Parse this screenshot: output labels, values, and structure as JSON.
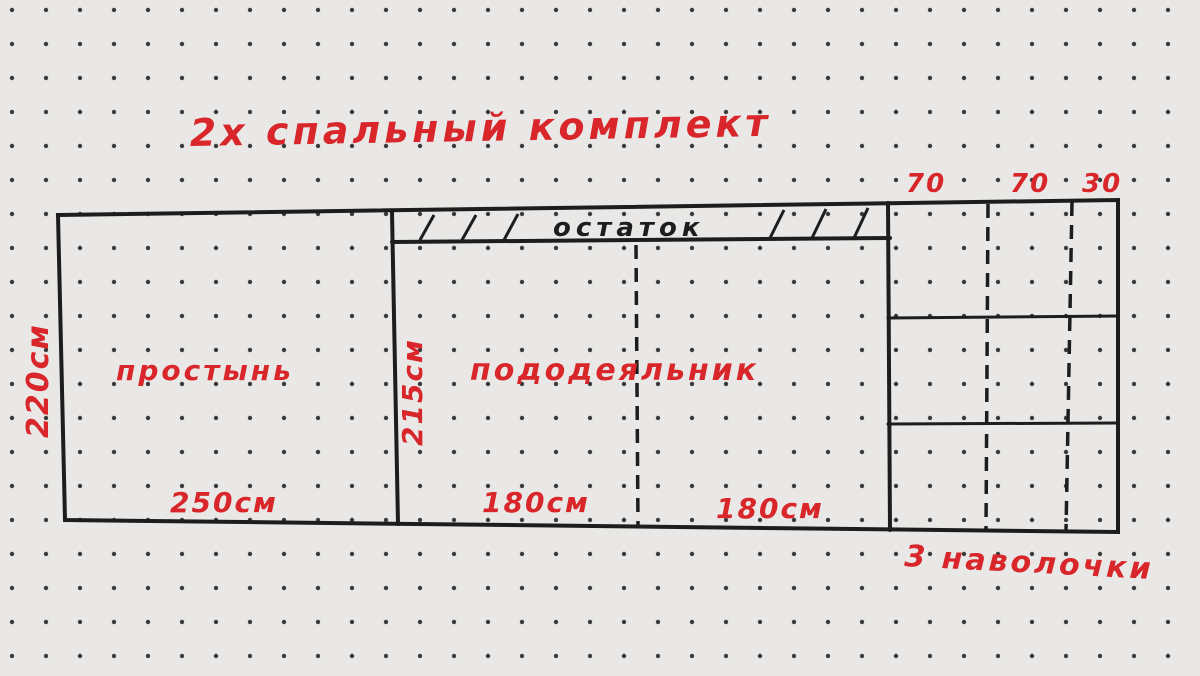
{
  "title": "2x спальный комплект",
  "labels": {
    "sheet": "простынь",
    "duvet_cover": "пододеяльник",
    "leftover": "остаток",
    "pillowcases": "3 наволочки"
  },
  "dimensions": {
    "height_total": "220см",
    "height_duvet": "215см",
    "width_sheet": "250см",
    "width_duvet_1": "180см",
    "width_duvet_2": "180см",
    "pillow_width_1": "70",
    "pillow_width_2": "70",
    "pillow_width_3": "30"
  },
  "colors": {
    "ink": "#1d1d1d",
    "annotation": "#d8262a",
    "paper": "#e9e8e6"
  }
}
